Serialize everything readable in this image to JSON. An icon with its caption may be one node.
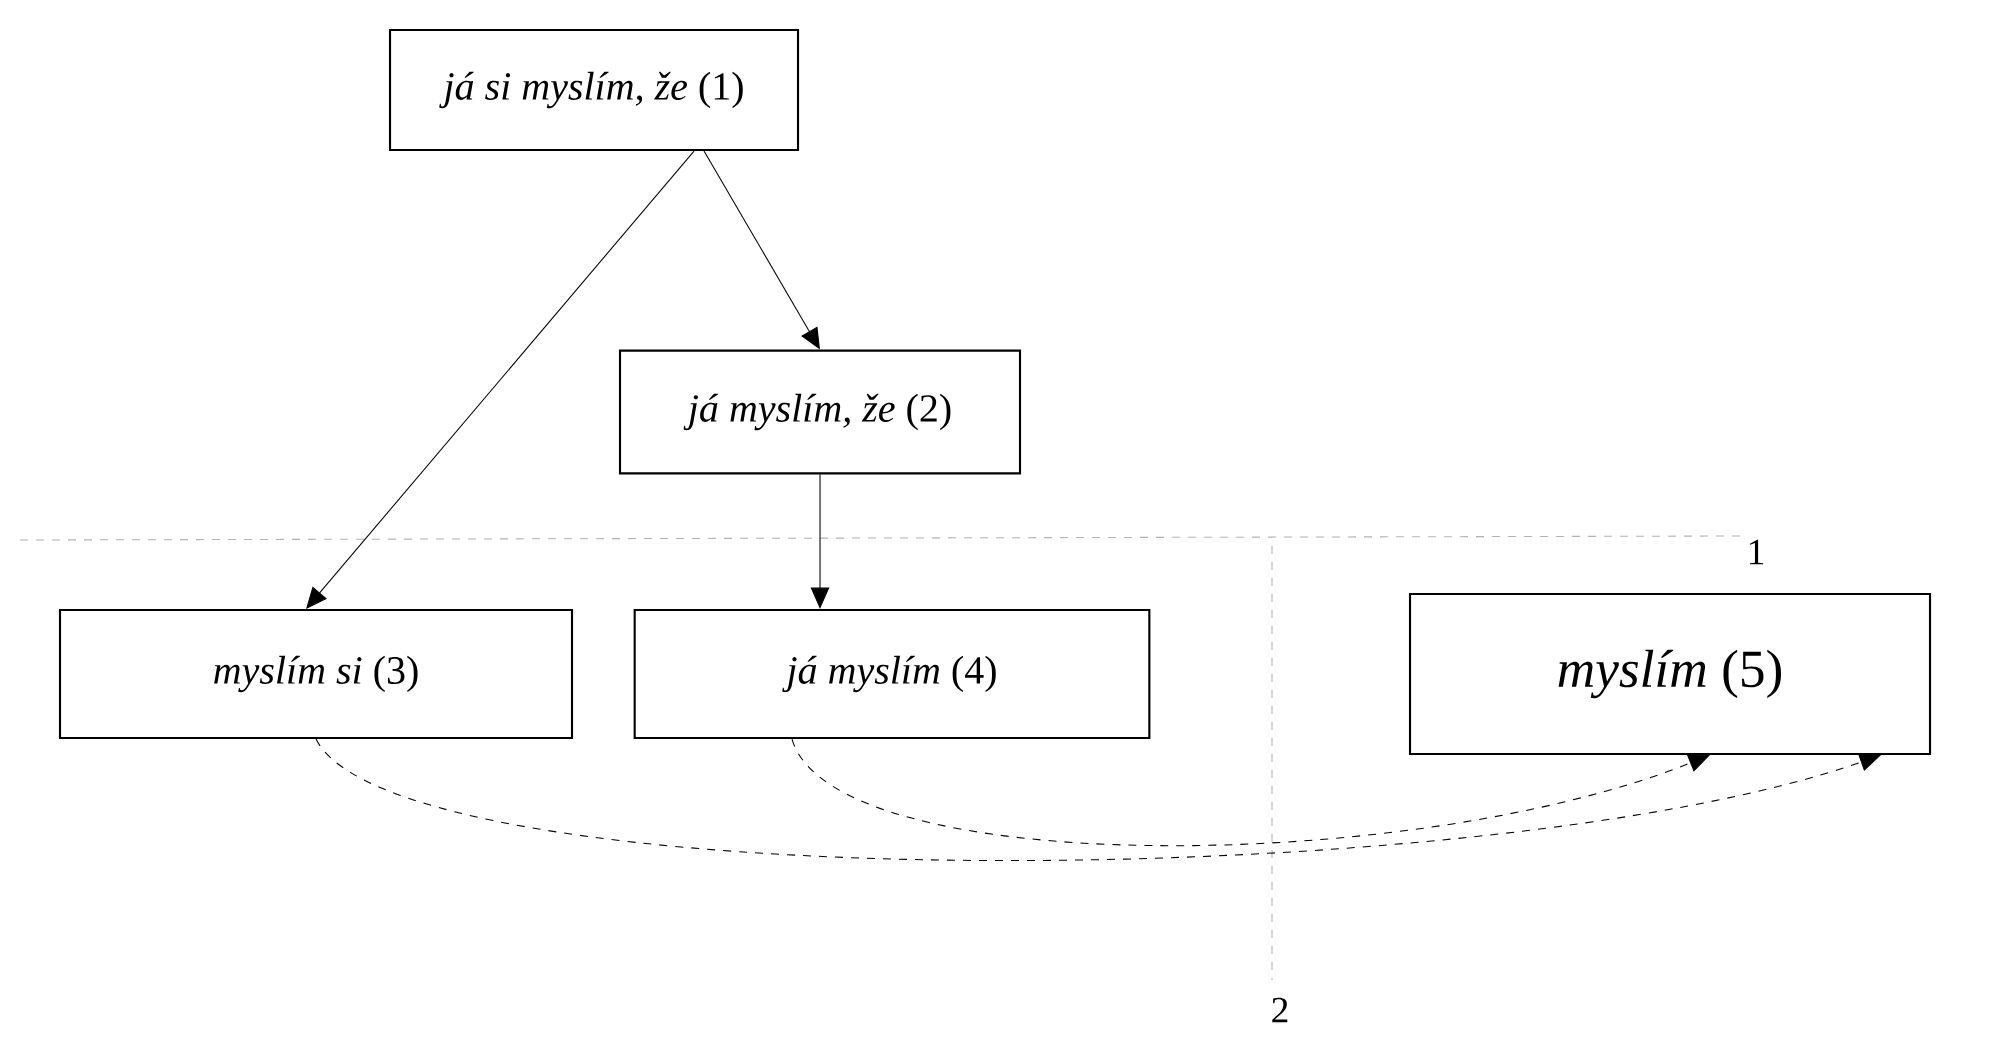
{
  "diagram": {
    "nodes": [
      {
        "text": [
          "*já si myslím, že* (1)"
        ]
      },
      {
        "text": [
          "*já myslím, že* (2)"
        ]
      },
      {
        "text": [
          "*myslím si* (3)"
        ]
      },
      {
        "text": [
          "*já myslím* (4)"
        ]
      },
      {
        "text": [
          "*myslím* (5)"
        ]
      }
    ],
    "edges": [
      {
        "from": 0,
        "to": 2,
        "arrow": "to"
      },
      {
        "from": 0,
        "to": 1,
        "arrow": "to"
      },
      {
        "from": 1,
        "to": 3,
        "arrow": "to"
      },
      {
        "from": 2,
        "to": 4,
        "arrow": "to",
        "style": "dashed"
      },
      {
        "from": 3,
        "to": 4,
        "arrow": "to",
        "style": "dashed"
      }
    ],
    "labels": [
      "1",
      "2"
    ]
  }
}
